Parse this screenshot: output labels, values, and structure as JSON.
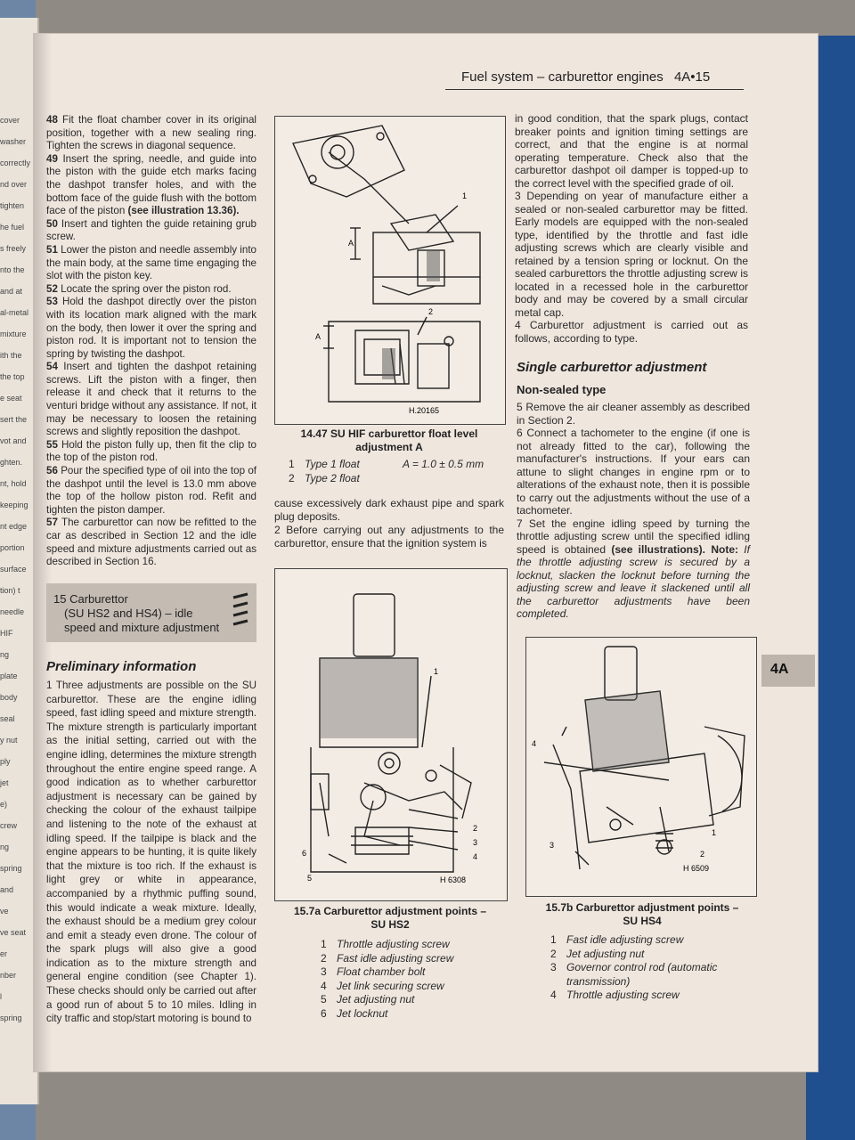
{
  "header": {
    "title": "Fuel system – carburettor engines",
    "page_ref": "4A•15"
  },
  "left_page_fragments": [
    "cover",
    "washer",
    "correctly",
    "nd over",
    "tighten",
    "he fuel",
    "s freely",
    "nto the",
    "and at",
    "al-metal",
    "mixture",
    "ith the",
    "the top",
    "e seat",
    "sert the",
    "vot and",
    "ghten.",
    "nt, hold",
    "keeping",
    "nt edge",
    "portion",
    "surface",
    "tion) t",
    "needle",
    "HIF",
    "ng",
    "plate",
    "body",
    "seal",
    "y nut",
    "ply",
    "jet",
    "e)",
    "crew",
    "ng",
    "spring",
    "and",
    "ve",
    "ve seat",
    "er",
    "nber",
    "l",
    "spring"
  ],
  "column1": {
    "paragraphs": [
      {
        "num": "48",
        "text": "Fit the float chamber cover in its original position, together with a new sealing ring. Tighten the screws in diagonal sequence."
      },
      {
        "num": "49",
        "text": "Insert the spring, needle, and guide into the piston with the guide etch marks facing the dashpot transfer holes, and with the bottom face of the guide flush with the bottom face of the piston ",
        "bold": "(see illustration 13.36)."
      },
      {
        "num": "50",
        "text": "Insert and tighten the guide retaining grub screw."
      },
      {
        "num": "51",
        "text": "Lower the piston and needle assembly into the main body, at the same time engaging the slot with the piston key."
      },
      {
        "num": "52",
        "text": "Locate the spring over the piston rod."
      },
      {
        "num": "53",
        "text": "Hold the dashpot directly over the piston with its location mark aligned with the mark on the body, then lower it over the spring and piston rod. It is important not to tension the spring by twisting the dashpot."
      },
      {
        "num": "54",
        "text": "Insert and tighten the dashpot retaining screws. Lift the piston with a finger, then release it and check that it returns to the venturi bridge without any assistance. If not, it may be necessary to loosen the retaining screws and slightly reposition the dashpot."
      },
      {
        "num": "55",
        "text": "Hold the piston fully up, then fit the clip to the top of the piston rod."
      },
      {
        "num": "56",
        "text": "Pour the specified type of oil into the top of the dashpot until the level is 13.0 mm above the top of the hollow piston rod. Refit and tighten the piston damper."
      },
      {
        "num": "57",
        "text": "The carburettor can now be refitted to the car as described in Section 12 and the idle speed and mixture adjustments carried out as described in Section 16."
      }
    ]
  },
  "section15": {
    "line1": "15 Carburettor",
    "line2": "(SU HS2 and HS4) – idle",
    "line3": "speed and mixture adjustment"
  },
  "preliminary": {
    "heading": "Preliminary information",
    "para1": "1 Three adjustments are possible on the SU carburettor. These are the engine idling speed, fast idling speed and mixture strength. The mixture strength is particularly important as the initial setting, carried out with the engine idling, determines the mixture strength throughout the entire engine speed range. A good indication as to whether carburettor adjustment is necessary can be gained by checking the colour of the exhaust tailpipe and listening to the note of the exhaust at idling speed. If the tailpipe is black and the engine appears to be hunting, it is quite likely that the mixture is too rich. If the exhaust is light grey or white in appearance, accompanied by a rhythmic puffing sound, this would indicate a weak mixture. Ideally, the exhaust should be a medium grey colour and emit a steady even drone. The colour of the spark plugs will also give a good indication as to the mixture strength and general engine condition (see Chapter 1). These checks should only be carried out after a good run of about 5 to 10 miles. Idling in city traffic and stop/start motoring is bound to"
  },
  "fig1447": {
    "caption_line1": "14.47 SU HIF carburettor float level",
    "caption_line2": "adjustment A",
    "legend": [
      {
        "n": "1",
        "t": "Type 1 float"
      },
      {
        "n": "2",
        "t": "Type 2 float"
      }
    ],
    "formula": "A = 1.0 ± 0.5 mm",
    "code": "H.20165",
    "labels": [
      "1",
      "2",
      "A",
      "A"
    ]
  },
  "column2_text": {
    "p1": "cause excessively dark exhaust pipe and spark plug deposits.",
    "p2": "2 Before carrying out any adjustments to the carburettor, ensure that the ignition system is"
  },
  "fig157a": {
    "caption_line1": "15.7a Carburettor adjustment points –",
    "caption_line2": "SU HS2",
    "code": "H 6308",
    "legend": [
      {
        "n": "1",
        "t": "Throttle adjusting screw"
      },
      {
        "n": "2",
        "t": "Fast idle adjusting screw"
      },
      {
        "n": "3",
        "t": "Float chamber bolt"
      },
      {
        "n": "4",
        "t": "Jet link securing screw"
      },
      {
        "n": "5",
        "t": "Jet adjusting nut"
      },
      {
        "n": "6",
        "t": "Jet locknut"
      }
    ],
    "labels": [
      "1",
      "2",
      "3",
      "4",
      "5",
      "6"
    ]
  },
  "column3": {
    "p1": "in good condition, that the spark plugs, contact breaker points and ignition timing settings are correct, and that the engine is at normal operating temperature. Check also that the carburettor dashpot oil damper is topped-up to the correct level with the specified grade of oil.",
    "p3": "3 Depending on year of manufacture either a sealed or non-sealed carburettor may be fitted. Early models are equipped with the non-sealed type, identified by the throttle and fast idle adjusting screws which are clearly visible and retained by a tension spring or locknut. On the sealed carburettors the throttle adjusting screw is located in a recessed hole in the carburettor body and may be covered by a small circular metal cap.",
    "p4": "4 Carburettor adjustment is carried out as follows, according to type.",
    "heading": "Single carburettor adjustment",
    "subheading": "Non-sealed type",
    "p5": "5 Remove the air cleaner assembly as described in Section 2.",
    "p6": "6 Connect a tachometer to the engine (if one is not already fitted to the car), following the manufacturer's instructions. If your ears can attune to slight changes in engine rpm or to alterations of the exhaust note, then it is possible to carry out the adjustments without the use of a tachometer.",
    "p7a": "7 Set the engine idling speed by turning the throttle adjusting screw until the specified idling speed is obtained ",
    "p7b": "(see illustrations).",
    "note_label": "Note:",
    "note": " If the throttle adjusting screw is secured by a locknut, slacken the locknut before turning the adjusting screw and leave it slackened until all the carburettor adjustments have been completed."
  },
  "fig157b": {
    "caption_line1": "15.7b Carburettor adjustment points –",
    "caption_line2": "SU HS4",
    "code": "H 6509",
    "legend": [
      {
        "n": "1",
        "t": "Fast idle adjusting screw"
      },
      {
        "n": "2",
        "t": "Jet adjusting nut"
      },
      {
        "n": "3",
        "t": "Governor control rod (automatic"
      },
      {
        "n": "",
        "t": "transmission)"
      },
      {
        "n": "4",
        "t": "Throttle adjusting screw"
      }
    ],
    "labels": [
      "1",
      "2",
      "3",
      "4"
    ]
  },
  "side_tab": "4A"
}
